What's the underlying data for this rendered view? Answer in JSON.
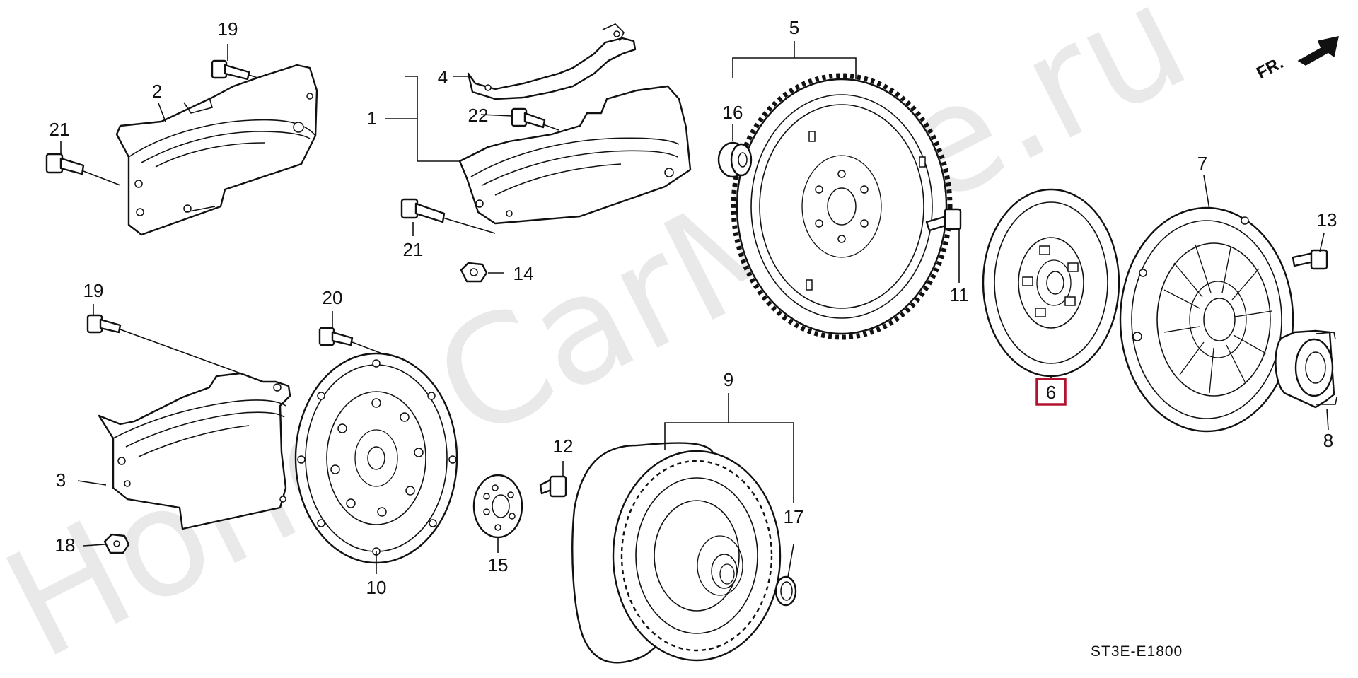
{
  "watermark": "HondaCarMine.ru",
  "direction_label": "FR.",
  "diagram_code": "ST3E-E1800",
  "highlight_color": "#b3122e",
  "callouts": {
    "c1": "1",
    "c2": "2",
    "c3": "3",
    "c4": "4",
    "c5": "5",
    "c6": "6",
    "c7": "7",
    "c8": "8",
    "c9": "9",
    "c10": "10",
    "c11": "11",
    "c12": "12",
    "c13": "13",
    "c14": "14",
    "c15": "15",
    "c16": "16",
    "c17": "17",
    "c18": "18",
    "c19a": "19",
    "c19b": "19",
    "c20": "20",
    "c21a": "21",
    "c21b": "21",
    "c22": "22"
  }
}
